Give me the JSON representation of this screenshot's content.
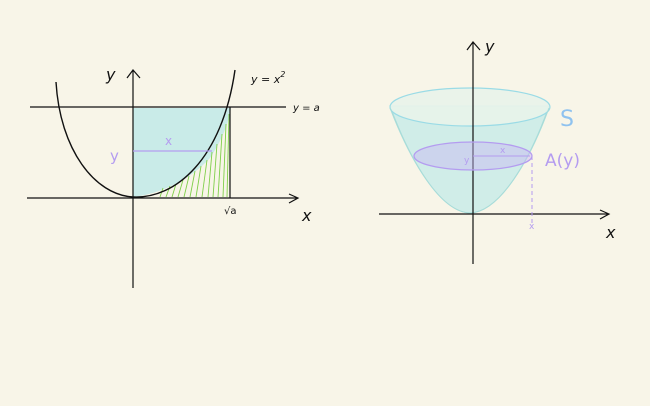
{
  "colors": {
    "background": "#f8f5e8",
    "ink": "#111111",
    "fill": "#c9ebe8",
    "fill_stroke": "#a8dcd9",
    "hatch": "#7fcf4a",
    "purple": "#b49cf0",
    "solid_edge": "#9adbe6",
    "blue_label": "#8fc2ef"
  },
  "left_figure": {
    "y_axis_label": "y",
    "x_axis_label": "x",
    "curve_label": "y = x",
    "curve_exponent": "2",
    "line_label": "y = a",
    "strip_y_label": "y",
    "strip_x_label": "x",
    "root_label": "√a"
  },
  "right_figure": {
    "y_axis_label": "y",
    "x_axis_label": "x",
    "solid_label": "S",
    "area_label": "A(y)",
    "radius_label": "x",
    "height_label": "y",
    "foot_label": "x"
  }
}
